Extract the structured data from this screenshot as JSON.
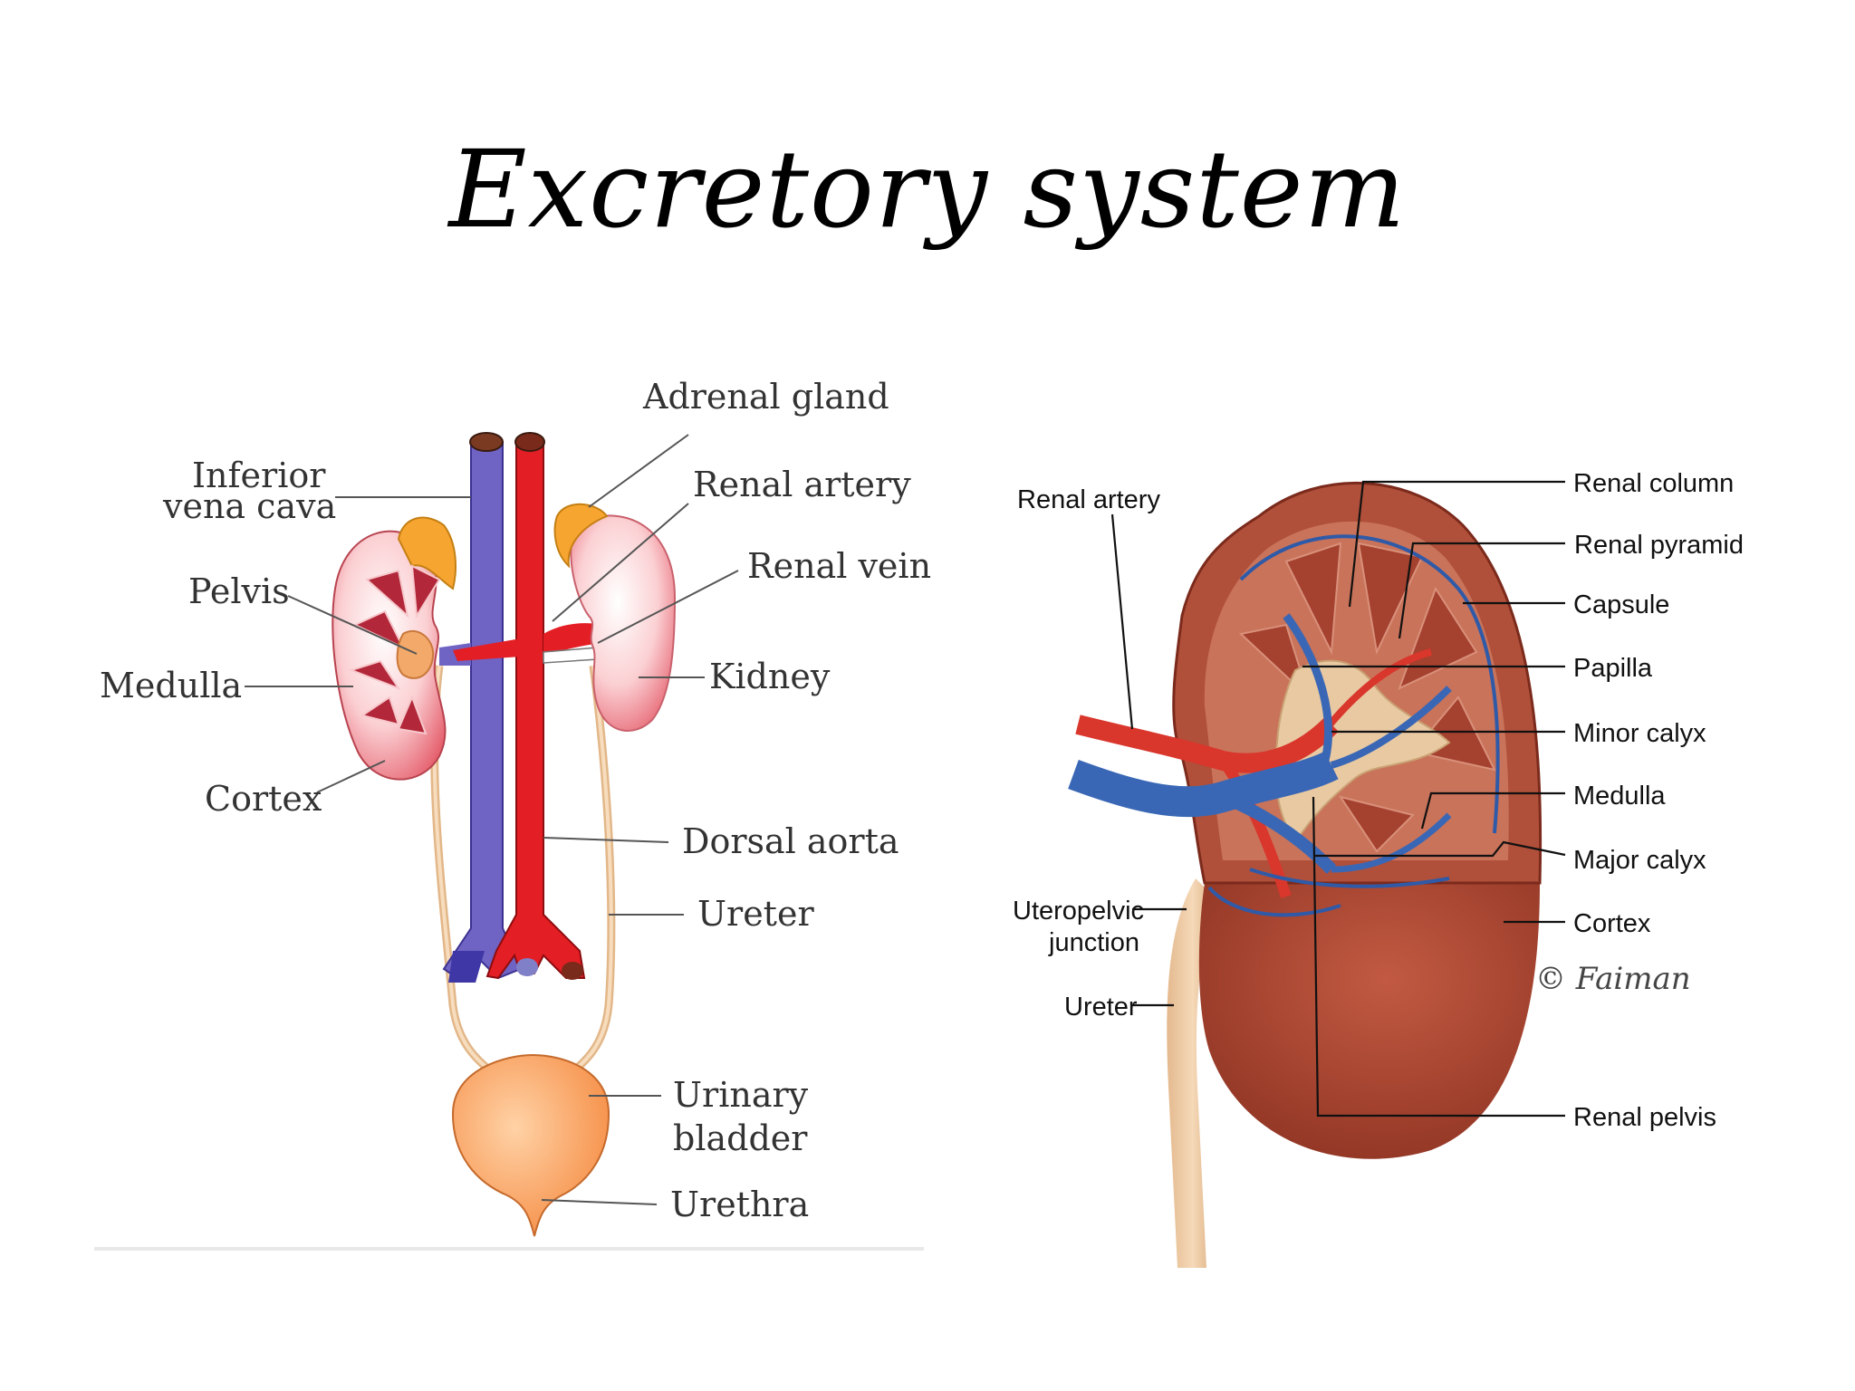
{
  "title": "Excretory system",
  "left_diagram": {
    "labels": {
      "adrenal_gland": "Adrenal gland",
      "inferior_vena_cava_1": "Inferior",
      "inferior_vena_cava_2": "vena cava",
      "renal_artery": "Renal artery",
      "renal_vein": "Renal vein",
      "pelvis": "Pelvis",
      "medulla": "Medulla",
      "kidney": "Kidney",
      "cortex": "Cortex",
      "dorsal_aorta": "Dorsal aorta",
      "ureter": "Ureter",
      "urinary_bladder_1": "Urinary",
      "urinary_bladder_2": "bladder",
      "urethra": "Urethra"
    }
  },
  "right_diagram": {
    "labels": {
      "renal_artery": "Renal artery",
      "renal_column": "Renal column",
      "renal_pyramid": "Renal pyramid",
      "capsule": "Capsule",
      "papilla": "Papilla",
      "minor_calyx": "Minor calyx",
      "medulla": "Medulla",
      "major_calyx": "Major calyx",
      "uteropelvic_1": "Uteropelvic",
      "uteropelvic_2": "junction",
      "cortex": "Cortex",
      "ureter": "Ureter",
      "renal_pelvis": "Renal pelvis",
      "signature": "© Faiman"
    }
  },
  "colors": {
    "vein_blue": "#6b5fc0",
    "artery_red": "#e02424",
    "adrenal_orange": "#f5a623",
    "kidney_pink": "#f6a7ad",
    "bladder_orange": "#f7a35c",
    "kidney_brown": "#a2432e",
    "vessel_blue": "#3a67b5"
  }
}
